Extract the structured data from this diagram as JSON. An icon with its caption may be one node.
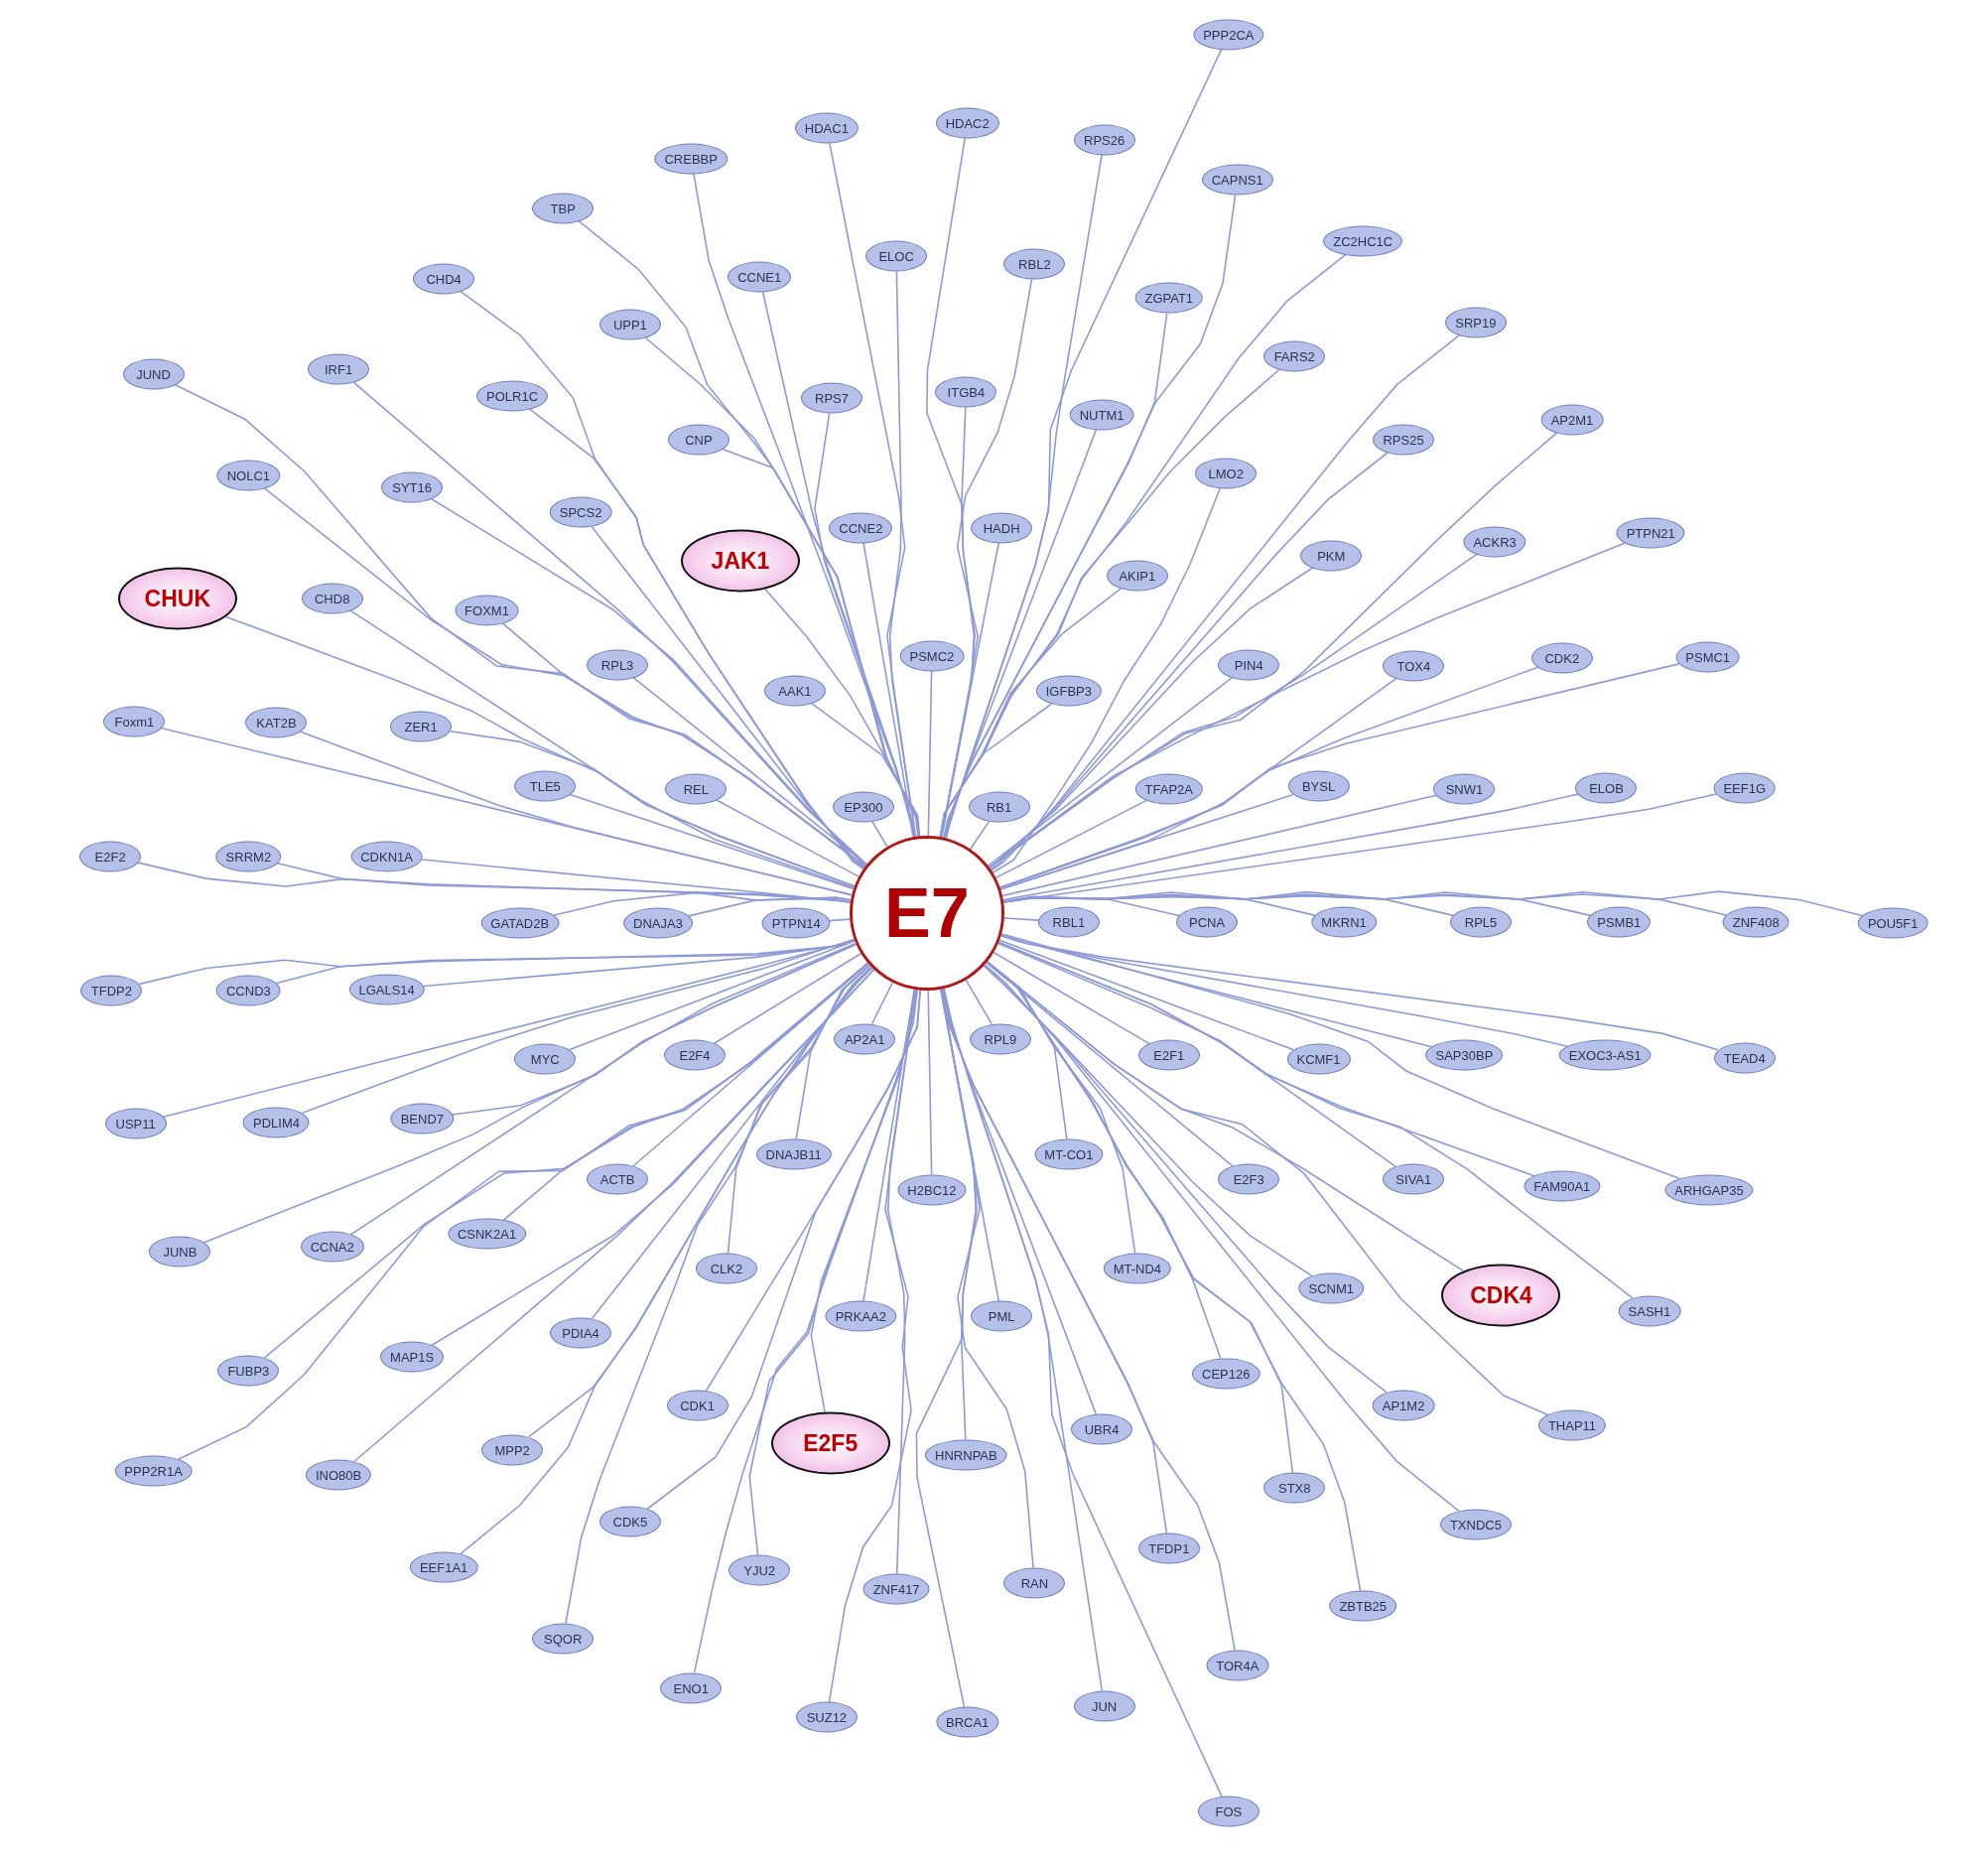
{
  "diagram": {
    "nodes": [
      {
        "text": [
          "E7"
        ]
      },
      {
        "text": [
          "PPP2CA"
        ]
      },
      {
        "text": [
          "HDAC2"
        ]
      },
      {
        "text": [
          "HDAC1"
        ]
      },
      {
        "text": [
          "RPS26"
        ]
      },
      {
        "text": [
          "CREBBP"
        ]
      },
      {
        "text": [
          "CAPNS1"
        ]
      },
      {
        "text": [
          "TBP"
        ]
      },
      {
        "text": [
          "ZC2HC1C"
        ]
      },
      {
        "text": [
          "ELOC"
        ]
      },
      {
        "text": [
          "CCNE1"
        ]
      },
      {
        "text": [
          "RBL2"
        ]
      },
      {
        "text": [
          "CHD4"
        ]
      },
      {
        "text": [
          "ZGPAT1"
        ]
      },
      {
        "text": [
          "UPP1"
        ]
      },
      {
        "text": [
          "SRP19"
        ]
      },
      {
        "text": [
          "FARS2"
        ]
      },
      {
        "text": [
          "IRF1"
        ]
      },
      {
        "text": [
          "JUND"
        ]
      },
      {
        "text": [
          "POLR1C"
        ]
      },
      {
        "text": [
          "ITGB4"
        ]
      },
      {
        "text": [
          "RPS7"
        ]
      },
      {
        "text": [
          "NUTM1"
        ]
      },
      {
        "text": [
          "AP2M1"
        ]
      },
      {
        "text": [
          "CNP"
        ]
      },
      {
        "text": [
          "RPS25"
        ]
      },
      {
        "text": [
          "NOLC1"
        ]
      },
      {
        "text": [
          "LMO2"
        ]
      },
      {
        "text": [
          "SYT16"
        ]
      },
      {
        "text": [
          "SPCS2"
        ]
      },
      {
        "text": [
          "CCNE2"
        ]
      },
      {
        "text": [
          "HADH"
        ]
      },
      {
        "text": [
          "PTPN21"
        ]
      },
      {
        "text": [
          "ACKR3"
        ]
      },
      {
        "text": [
          "PKM"
        ]
      },
      {
        "text": [
          "JAK1"
        ]
      },
      {
        "text": [
          "AKIP1"
        ]
      },
      {
        "text": [
          "CHUK"
        ]
      },
      {
        "text": [
          "CHD8"
        ]
      },
      {
        "text": [
          "FOXM1"
        ]
      },
      {
        "text": [
          "PSMC2"
        ]
      },
      {
        "text": [
          "CDK2"
        ]
      },
      {
        "text": [
          "PSMC1"
        ]
      },
      {
        "text": [
          "RPL3"
        ]
      },
      {
        "text": [
          "PIN4"
        ]
      },
      {
        "text": [
          "TOX4"
        ]
      },
      {
        "text": [
          "AAK1"
        ]
      },
      {
        "text": [
          "IGFBP3"
        ]
      },
      {
        "text": [
          "Foxm1"
        ]
      },
      {
        "text": [
          "KAT2B"
        ]
      },
      {
        "text": [
          "ZER1"
        ]
      },
      {
        "text": [
          "TLE5"
        ]
      },
      {
        "text": [
          "REL"
        ]
      },
      {
        "text": [
          "TFAP2A"
        ]
      },
      {
        "text": [
          "BYSL"
        ]
      },
      {
        "text": [
          "SNW1"
        ]
      },
      {
        "text": [
          "ELOB"
        ]
      },
      {
        "text": [
          "EEF1G"
        ]
      },
      {
        "text": [
          "EP300"
        ]
      },
      {
        "text": [
          "RB1"
        ]
      },
      {
        "text": [
          "E2F2"
        ]
      },
      {
        "text": [
          "SRRM2"
        ]
      },
      {
        "text": [
          "CDKN1A"
        ]
      },
      {
        "text": [
          "GATAD2B"
        ]
      },
      {
        "text": [
          "DNAJA3"
        ]
      },
      {
        "text": [
          "PTPN14"
        ]
      },
      {
        "text": [
          "RBL1"
        ]
      },
      {
        "text": [
          "PCNA"
        ]
      },
      {
        "text": [
          "MKRN1"
        ]
      },
      {
        "text": [
          "RPL5"
        ]
      },
      {
        "text": [
          "PSMB1"
        ]
      },
      {
        "text": [
          "ZNF408"
        ]
      },
      {
        "text": [
          "POU5F1"
        ]
      },
      {
        "text": [
          "TFDP2"
        ]
      },
      {
        "text": [
          "CCND3"
        ]
      },
      {
        "text": [
          "LGALS14"
        ]
      },
      {
        "text": [
          "AP2A1"
        ]
      },
      {
        "text": [
          "RPL9"
        ]
      },
      {
        "text": [
          "E2F4"
        ]
      },
      {
        "text": [
          "MYC"
        ]
      },
      {
        "text": [
          "E2F1"
        ]
      },
      {
        "text": [
          "KCMF1"
        ]
      },
      {
        "text": [
          "SAP30BP"
        ]
      },
      {
        "text": [
          "EXOC3-AS1"
        ]
      },
      {
        "text": [
          "TEAD4"
        ]
      },
      {
        "text": [
          "USP11"
        ]
      },
      {
        "text": [
          "PDLIM4"
        ]
      },
      {
        "text": [
          "BEND7"
        ]
      },
      {
        "text": [
          "DNAJB11"
        ]
      },
      {
        "text": [
          "MT-CO1"
        ]
      },
      {
        "text": [
          "ACTB"
        ]
      },
      {
        "text": [
          "H2BC12"
        ]
      },
      {
        "text": [
          "E2F3"
        ]
      },
      {
        "text": [
          "SIVA1"
        ]
      },
      {
        "text": [
          "FAM90A1"
        ]
      },
      {
        "text": [
          "ARHGAP35"
        ]
      },
      {
        "text": [
          "JUNB"
        ]
      },
      {
        "text": [
          "CCNA2"
        ]
      },
      {
        "text": [
          "CSNK2A1"
        ]
      },
      {
        "text": [
          "CLK2"
        ]
      },
      {
        "text": [
          "MT-ND4"
        ]
      },
      {
        "text": [
          "SCNM1"
        ]
      },
      {
        "text": [
          "CDK4"
        ]
      },
      {
        "text": [
          "SASH1"
        ]
      },
      {
        "text": [
          "PRKAA2"
        ]
      },
      {
        "text": [
          "PML"
        ]
      },
      {
        "text": [
          "PDIA4"
        ]
      },
      {
        "text": [
          "MAP1S"
        ]
      },
      {
        "text": [
          "FUBP3"
        ]
      },
      {
        "text": [
          "CEP126"
        ]
      },
      {
        "text": [
          "CDK1"
        ]
      },
      {
        "text": [
          "AP1M2"
        ]
      },
      {
        "text": [
          "THAP11"
        ]
      },
      {
        "text": [
          "UBR4"
        ]
      },
      {
        "text": [
          "E2F5"
        ]
      },
      {
        "text": [
          "HNRNPAB"
        ]
      },
      {
        "text": [
          "MPP2"
        ]
      },
      {
        "text": [
          "PPP2R1A"
        ]
      },
      {
        "text": [
          "INO80B"
        ]
      },
      {
        "text": [
          "STX8"
        ]
      },
      {
        "text": [
          "CDK5"
        ]
      },
      {
        "text": [
          "TXNDC5"
        ]
      },
      {
        "text": [
          "EEF1A1"
        ]
      },
      {
        "text": [
          "YJU2"
        ]
      },
      {
        "text": [
          "TFDP1"
        ]
      },
      {
        "text": [
          "RAN"
        ]
      },
      {
        "text": [
          "ZNF417"
        ]
      },
      {
        "text": [
          "ZBTB25"
        ]
      },
      {
        "text": [
          "SQOR"
        ]
      },
      {
        "text": [
          "TOR4A"
        ]
      },
      {
        "text": [
          "ENO1"
        ]
      },
      {
        "text": [
          "JUN"
        ]
      },
      {
        "text": [
          "SUZ12"
        ]
      },
      {
        "text": [
          "BRCA1"
        ]
      },
      {
        "text": [
          "FOS"
        ]
      }
    ],
    "edges": [
      {
        "from": 0,
        "to": 1,
        "arrow": "none"
      },
      {
        "from": 0,
        "to": 2,
        "arrow": "none"
      },
      {
        "from": 0,
        "to": 3,
        "arrow": "none"
      },
      {
        "from": 0,
        "to": 4,
        "arrow": "none"
      },
      {
        "from": 0,
        "to": 5,
        "arrow": "none"
      },
      {
        "from": 0,
        "to": 6,
        "arrow": "none"
      },
      {
        "from": 0,
        "to": 7,
        "arrow": "none"
      },
      {
        "from": 0,
        "to": 8,
        "arrow": "none"
      },
      {
        "from": 0,
        "to": 9,
        "arrow": "none"
      },
      {
        "from": 0,
        "to": 10,
        "arrow": "none"
      },
      {
        "from": 0,
        "to": 11,
        "arrow": "none"
      },
      {
        "from": 0,
        "to": 12,
        "arrow": "none"
      },
      {
        "from": 0,
        "to": 13,
        "arrow": "none"
      },
      {
        "from": 0,
        "to": 14,
        "arrow": "none"
      },
      {
        "from": 0,
        "to": 15,
        "arrow": "none"
      },
      {
        "from": 0,
        "to": 16,
        "arrow": "none"
      },
      {
        "from": 0,
        "to": 17,
        "arrow": "none"
      },
      {
        "from": 0,
        "to": 18,
        "arrow": "none"
      },
      {
        "from": 0,
        "to": 19,
        "arrow": "none"
      },
      {
        "from": 0,
        "to": 20,
        "arrow": "none"
      },
      {
        "from": 0,
        "to": 21,
        "arrow": "none"
      },
      {
        "from": 0,
        "to": 22,
        "arrow": "none"
      },
      {
        "from": 0,
        "to": 23,
        "arrow": "none"
      },
      {
        "from": 0,
        "to": 24,
        "arrow": "none"
      },
      {
        "from": 0,
        "to": 25,
        "arrow": "none"
      },
      {
        "from": 0,
        "to": 26,
        "arrow": "none"
      },
      {
        "from": 0,
        "to": 27,
        "arrow": "none"
      },
      {
        "from": 0,
        "to": 28,
        "arrow": "none"
      },
      {
        "from": 0,
        "to": 29,
        "arrow": "none"
      },
      {
        "from": 0,
        "to": 30,
        "arrow": "none"
      },
      {
        "from": 0,
        "to": 31,
        "arrow": "none"
      },
      {
        "from": 0,
        "to": 32,
        "arrow": "none"
      },
      {
        "from": 0,
        "to": 33,
        "arrow": "none"
      },
      {
        "from": 0,
        "to": 34,
        "arrow": "none"
      },
      {
        "from": 0,
        "to": 35,
        "arrow": "none"
      },
      {
        "from": 0,
        "to": 36,
        "arrow": "none"
      },
      {
        "from": 0,
        "to": 37,
        "arrow": "none"
      },
      {
        "from": 0,
        "to": 38,
        "arrow": "none"
      },
      {
        "from": 0,
        "to": 39,
        "arrow": "none"
      },
      {
        "from": 0,
        "to": 40,
        "arrow": "none"
      },
      {
        "from": 0,
        "to": 41,
        "arrow": "none"
      },
      {
        "from": 0,
        "to": 42,
        "arrow": "none"
      },
      {
        "from": 0,
        "to": 43,
        "arrow": "none"
      },
      {
        "from": 0,
        "to": 44,
        "arrow": "none"
      },
      {
        "from": 0,
        "to": 45,
        "arrow": "none"
      },
      {
        "from": 0,
        "to": 46,
        "arrow": "none"
      },
      {
        "from": 0,
        "to": 47,
        "arrow": "none"
      },
      {
        "from": 0,
        "to": 48,
        "arrow": "none"
      },
      {
        "from": 0,
        "to": 49,
        "arrow": "none"
      },
      {
        "from": 0,
        "to": 50,
        "arrow": "none"
      },
      {
        "from": 0,
        "to": 51,
        "arrow": "none"
      },
      {
        "from": 0,
        "to": 52,
        "arrow": "none"
      },
      {
        "from": 0,
        "to": 53,
        "arrow": "none"
      },
      {
        "from": 0,
        "to": 54,
        "arrow": "none"
      },
      {
        "from": 0,
        "to": 55,
        "arrow": "none"
      },
      {
        "from": 0,
        "to": 56,
        "arrow": "none"
      },
      {
        "from": 0,
        "to": 57,
        "arrow": "none"
      },
      {
        "from": 0,
        "to": 58,
        "arrow": "none"
      },
      {
        "from": 0,
        "to": 59,
        "arrow": "none"
      },
      {
        "from": 0,
        "to": 60,
        "arrow": "none"
      },
      {
        "from": 0,
        "to": 61,
        "arrow": "none"
      },
      {
        "from": 0,
        "to": 62,
        "arrow": "none"
      },
      {
        "from": 0,
        "to": 63,
        "arrow": "none"
      },
      {
        "from": 0,
        "to": 64,
        "arrow": "none"
      },
      {
        "from": 0,
        "to": 65,
        "arrow": "none"
      },
      {
        "from": 0,
        "to": 66,
        "arrow": "none"
      },
      {
        "from": 0,
        "to": 67,
        "arrow": "none"
      },
      {
        "from": 0,
        "to": 68,
        "arrow": "none"
      },
      {
        "from": 0,
        "to": 69,
        "arrow": "none"
      },
      {
        "from": 0,
        "to": 70,
        "arrow": "none"
      },
      {
        "from": 0,
        "to": 71,
        "arrow": "none"
      },
      {
        "from": 0,
        "to": 72,
        "arrow": "none"
      },
      {
        "from": 0,
        "to": 73,
        "arrow": "none"
      },
      {
        "from": 0,
        "to": 74,
        "arrow": "none"
      },
      {
        "from": 0,
        "to": 75,
        "arrow": "none"
      },
      {
        "from": 0,
        "to": 76,
        "arrow": "none"
      },
      {
        "from": 0,
        "to": 77,
        "arrow": "none"
      },
      {
        "from": 0,
        "to": 78,
        "arrow": "none"
      },
      {
        "from": 0,
        "to": 79,
        "arrow": "none"
      },
      {
        "from": 0,
        "to": 80,
        "arrow": "none"
      },
      {
        "from": 0,
        "to": 81,
        "arrow": "none"
      },
      {
        "from": 0,
        "to": 82,
        "arrow": "none"
      },
      {
        "from": 0,
        "to": 83,
        "arrow": "none"
      },
      {
        "from": 0,
        "to": 84,
        "arrow": "none"
      },
      {
        "from": 0,
        "to": 85,
        "arrow": "none"
      },
      {
        "from": 0,
        "to": 86,
        "arrow": "none"
      },
      {
        "from": 0,
        "to": 87,
        "arrow": "none"
      },
      {
        "from": 0,
        "to": 88,
        "arrow": "none"
      },
      {
        "from": 0,
        "to": 89,
        "arrow": "none"
      },
      {
        "from": 0,
        "to": 90,
        "arrow": "none"
      },
      {
        "from": 0,
        "to": 91,
        "arrow": "none"
      },
      {
        "from": 0,
        "to": 92,
        "arrow": "none"
      },
      {
        "from": 0,
        "to": 93,
        "arrow": "none"
      },
      {
        "from": 0,
        "to": 94,
        "arrow": "none"
      },
      {
        "from": 0,
        "to": 95,
        "arrow": "none"
      },
      {
        "from": 0,
        "to": 96,
        "arrow": "none"
      },
      {
        "from": 0,
        "to": 97,
        "arrow": "none"
      },
      {
        "from": 0,
        "to": 98,
        "arrow": "none"
      },
      {
        "from": 0,
        "to": 99,
        "arrow": "none"
      },
      {
        "from": 0,
        "to": 100,
        "arrow": "none"
      },
      {
        "from": 0,
        "to": 101,
        "arrow": "none"
      },
      {
        "from": 0,
        "to": 102,
        "arrow": "none"
      },
      {
        "from": 0,
        "to": 103,
        "arrow": "none"
      },
      {
        "from": 0,
        "to": 104,
        "arrow": "none"
      },
      {
        "from": 0,
        "to": 105,
        "arrow": "none"
      },
      {
        "from": 0,
        "to": 106,
        "arrow": "none"
      },
      {
        "from": 0,
        "to": 107,
        "arrow": "none"
      },
      {
        "from": 0,
        "to": 108,
        "arrow": "none"
      },
      {
        "from": 0,
        "to": 109,
        "arrow": "none"
      },
      {
        "from": 0,
        "to": 110,
        "arrow": "none"
      },
      {
        "from": 0,
        "to": 111,
        "arrow": "none"
      },
      {
        "from": 0,
        "to": 112,
        "arrow": "none"
      },
      {
        "from": 0,
        "to": 113,
        "arrow": "none"
      },
      {
        "from": 0,
        "to": 114,
        "arrow": "none"
      },
      {
        "from": 0,
        "to": 115,
        "arrow": "none"
      },
      {
        "from": 0,
        "to": 116,
        "arrow": "none"
      },
      {
        "from": 0,
        "to": 117,
        "arrow": "none"
      },
      {
        "from": 0,
        "to": 118,
        "arrow": "none"
      },
      {
        "from": 0,
        "to": 119,
        "arrow": "none"
      },
      {
        "from": 0,
        "to": 120,
        "arrow": "none"
      },
      {
        "from": 0,
        "to": 121,
        "arrow": "none"
      },
      {
        "from": 0,
        "to": 122,
        "arrow": "none"
      },
      {
        "from": 0,
        "to": 123,
        "arrow": "none"
      },
      {
        "from": 0,
        "to": 124,
        "arrow": "none"
      },
      {
        "from": 0,
        "to": 125,
        "arrow": "none"
      },
      {
        "from": 0,
        "to": 126,
        "arrow": "none"
      },
      {
        "from": 0,
        "to": 127,
        "arrow": "none"
      },
      {
        "from": 0,
        "to": 128,
        "arrow": "none"
      },
      {
        "from": 0,
        "to": 129,
        "arrow": "none"
      },
      {
        "from": 0,
        "to": 130,
        "arrow": "none"
      },
      {
        "from": 0,
        "to": 131,
        "arrow": "none"
      },
      {
        "from": 0,
        "to": 132,
        "arrow": "none"
      },
      {
        "from": 0,
        "to": 133,
        "arrow": "none"
      },
      {
        "from": 0,
        "to": 134,
        "arrow": "none"
      }
    ]
  }
}
